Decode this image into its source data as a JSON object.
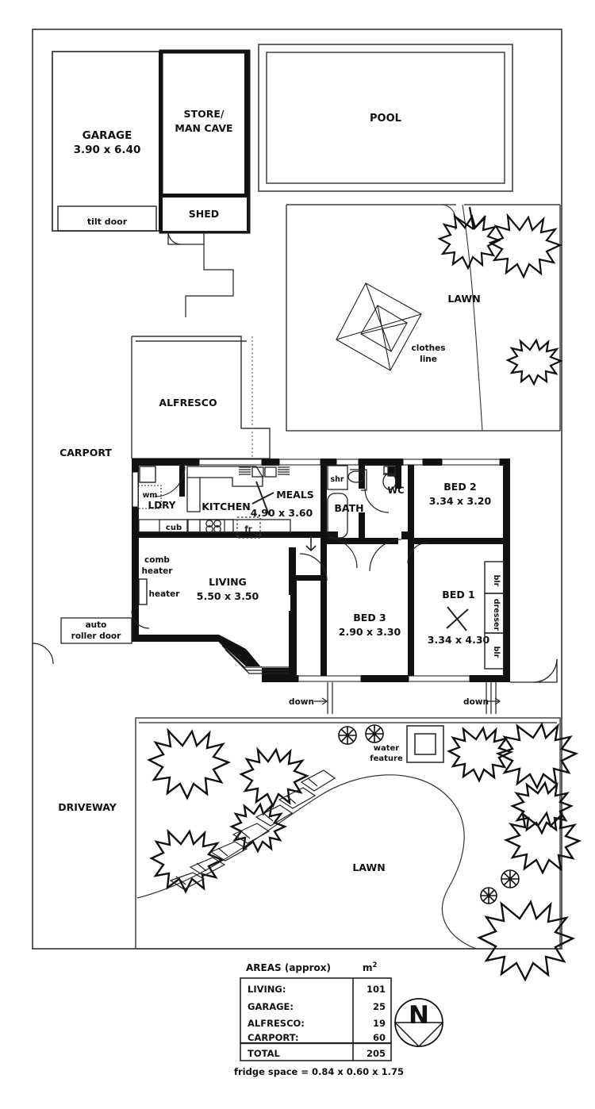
{
  "plan": {
    "title": "Residential Floor Plan",
    "rooms": [
      {
        "key": "garage",
        "label": "GARAGE",
        "dims": "3.90 x 6.40"
      },
      {
        "key": "store_man_cave",
        "label_line1": "STORE/",
        "label_line2": "MAN CAVE"
      },
      {
        "key": "shed",
        "label": "SHED"
      },
      {
        "key": "tilt_door",
        "label": "tilt door"
      },
      {
        "key": "pool",
        "label": "POOL"
      },
      {
        "key": "lawn_rear",
        "label": "LAWN"
      },
      {
        "key": "clothes_line",
        "label_line1": "clothes",
        "label_line2": "line"
      },
      {
        "key": "alfresco",
        "label": "ALFRESCO"
      },
      {
        "key": "carport",
        "label": "CARPORT"
      },
      {
        "key": "ldry",
        "label": "LDRY"
      },
      {
        "key": "wm",
        "label": "wm"
      },
      {
        "key": "cub",
        "label": "cub"
      },
      {
        "key": "fr",
        "label": "fr"
      },
      {
        "key": "kitchen",
        "label": "KITCHEN"
      },
      {
        "key": "meals",
        "label": "MEALS",
        "dims": "4.90 x 3.60"
      },
      {
        "key": "shr",
        "label": "shr"
      },
      {
        "key": "bath",
        "label": "BATH"
      },
      {
        "key": "wc",
        "label": "WC"
      },
      {
        "key": "bed2",
        "label": "BED 2",
        "dims": "3.34 x 3.20"
      },
      {
        "key": "bed1",
        "label": "BED 1",
        "dims": "3.34 x 4.30"
      },
      {
        "key": "bed3",
        "label": "BED 3",
        "dims": "2.90 x 3.30"
      },
      {
        "key": "blr_top",
        "label": "blr"
      },
      {
        "key": "dresser",
        "label": "dresser"
      },
      {
        "key": "blr_bottom",
        "label": "blr"
      },
      {
        "key": "living",
        "label": "LIVING",
        "dims": "5.50 x 3.50"
      },
      {
        "key": "comb_heater",
        "label_line1": "comb",
        "label_line2": "heater"
      },
      {
        "key": "heater",
        "label": "heater"
      },
      {
        "key": "auto_roller_door",
        "label_line1": "auto",
        "label_line2": "roller door"
      },
      {
        "key": "driveway",
        "label": "DRIVEWAY"
      },
      {
        "key": "lawn_front",
        "label": "LAWN"
      },
      {
        "key": "water_feature",
        "label_line1": "water",
        "label_line2": "feature"
      },
      {
        "key": "down_left",
        "label": "down"
      },
      {
        "key": "down_right",
        "label": "down"
      }
    ],
    "labels": {
      "garage": "GARAGE",
      "garage_dims": "3.90 x 6.40",
      "store_line1": "STORE/",
      "store_line2": "MAN CAVE",
      "shed": "SHED",
      "tilt_door": "tilt door",
      "pool": "POOL",
      "lawn_rear": "LAWN",
      "clothes_line1": "clothes",
      "clothes_line2": "line",
      "alfresco": "ALFRESCO",
      "carport": "CARPORT",
      "ldry": "LDRY",
      "wm": "wm",
      "cub": "cub",
      "fr": "fr",
      "kitchen": "KITCHEN",
      "meals": "MEALS",
      "meals_dims": "4.90 x 3.60",
      "shr": "shr",
      "bath": "BATH",
      "wc": "WC",
      "bed2": "BED 2",
      "bed2_dims": "3.34 x 3.20",
      "bed1": "BED 1",
      "bed1_dims": "3.34 x 4.30",
      "bed3": "BED 3",
      "bed3_dims": "2.90 x 3.30",
      "blr_top": "blr",
      "dresser": "dresser",
      "blr_bottom": "blr",
      "living": "LIVING",
      "living_dims": "5.50 x 3.50",
      "comb_line1": "comb",
      "comb_line2": "heater",
      "heater": "heater",
      "auto_line1": "auto",
      "auto_line2": "roller door",
      "driveway": "DRIVEWAY",
      "lawn_front": "LAWN",
      "water_line1": "water",
      "water_line2": "feature",
      "down_left": "down",
      "down_right": "down"
    }
  },
  "areas_table": {
    "header_label": "AREAS (approx)",
    "header_unit": "m",
    "header_unit_sup": "2",
    "rows": [
      {
        "name": "LIVING:",
        "value": "101"
      },
      {
        "name": "GARAGE:",
        "value": "25"
      },
      {
        "name": "ALFRESCO:",
        "value": "19"
      },
      {
        "name": "CARPORT:",
        "value": "60"
      }
    ],
    "total": {
      "name": "TOTAL",
      "value": "205"
    },
    "footnote": "fridge space = 0.84 x 0.60 x 1.75"
  },
  "compass": {
    "letter": "N"
  },
  "colors": {
    "ink": "#111111",
    "wall": "#111111",
    "thin": "#333333",
    "paper": "#ffffff"
  }
}
